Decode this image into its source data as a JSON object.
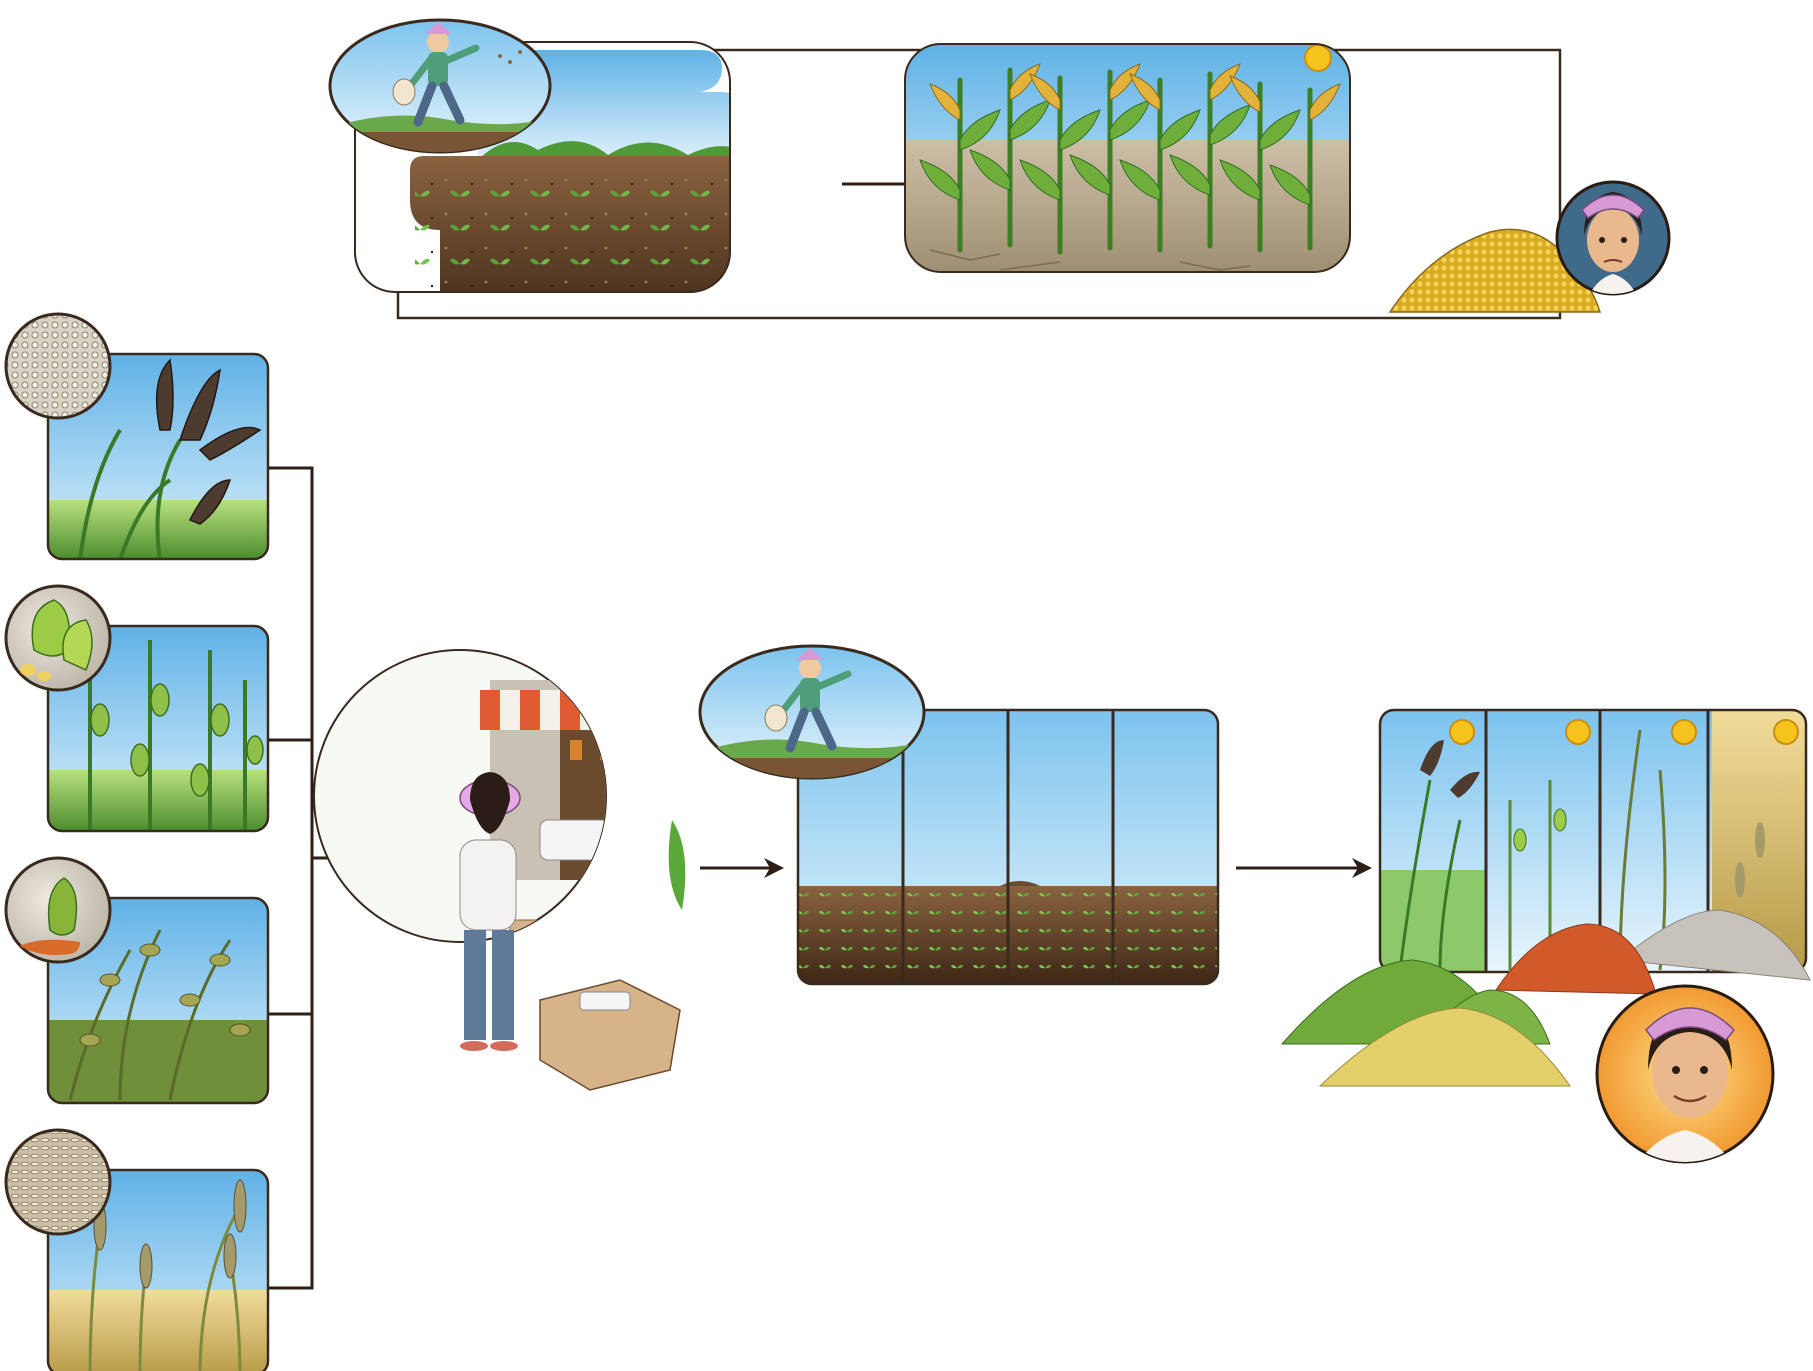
{
  "diagram": {
    "kind": "illustrated-flow",
    "text_labels": [],
    "palette": {
      "sky": "#8cc9ec",
      "sky_light": "#d7eef9",
      "soil": "#6b4a30",
      "soil_dark": "#3e2716",
      "leaf": "#55a83a",
      "leaf_dark": "#2f6e24",
      "dry_soil": "#b5a488",
      "maize": "#e8c23a",
      "grass": "#a8d46f",
      "wheat": "#e3c978",
      "sun": "#f6c31c",
      "hat_pink": "#d89ad6",
      "outline": "#3a2a1e",
      "orange_bg": "#f2a23a"
    },
    "panels": {
      "monoculture_sowing": {
        "icon": "sowing-field-scene"
      },
      "monoculture_harvest": {
        "icon": "maize-harvest-scene"
      },
      "worried_farmer": {
        "icon": "worried-farmer-portrait"
      },
      "crop_varieties": [
        {
          "icon": "finger-millet-panel"
        },
        {
          "icon": "pigeon-pea-panel"
        },
        {
          "icon": "groundnut-panel"
        },
        {
          "icon": "pearl-millet-panel"
        }
      ],
      "seed_shop": {
        "icon": "seed-shop-scene"
      },
      "mixed_sowing": {
        "icon": "multi-strip-sowing-scene"
      },
      "mixed_harvest": {
        "icon": "mixed-crop-harvest-scene"
      },
      "happy_farmer": {
        "icon": "happy-farmer-portrait"
      }
    },
    "arrows": [
      {
        "from": "monoculture_sowing",
        "to": "monoculture_harvest"
      },
      {
        "from": "crop_varieties",
        "to": "seed_shop"
      },
      {
        "from": "seed_shop",
        "to": "mixed_sowing"
      },
      {
        "from": "mixed_sowing",
        "to": "mixed_harvest"
      }
    ]
  }
}
